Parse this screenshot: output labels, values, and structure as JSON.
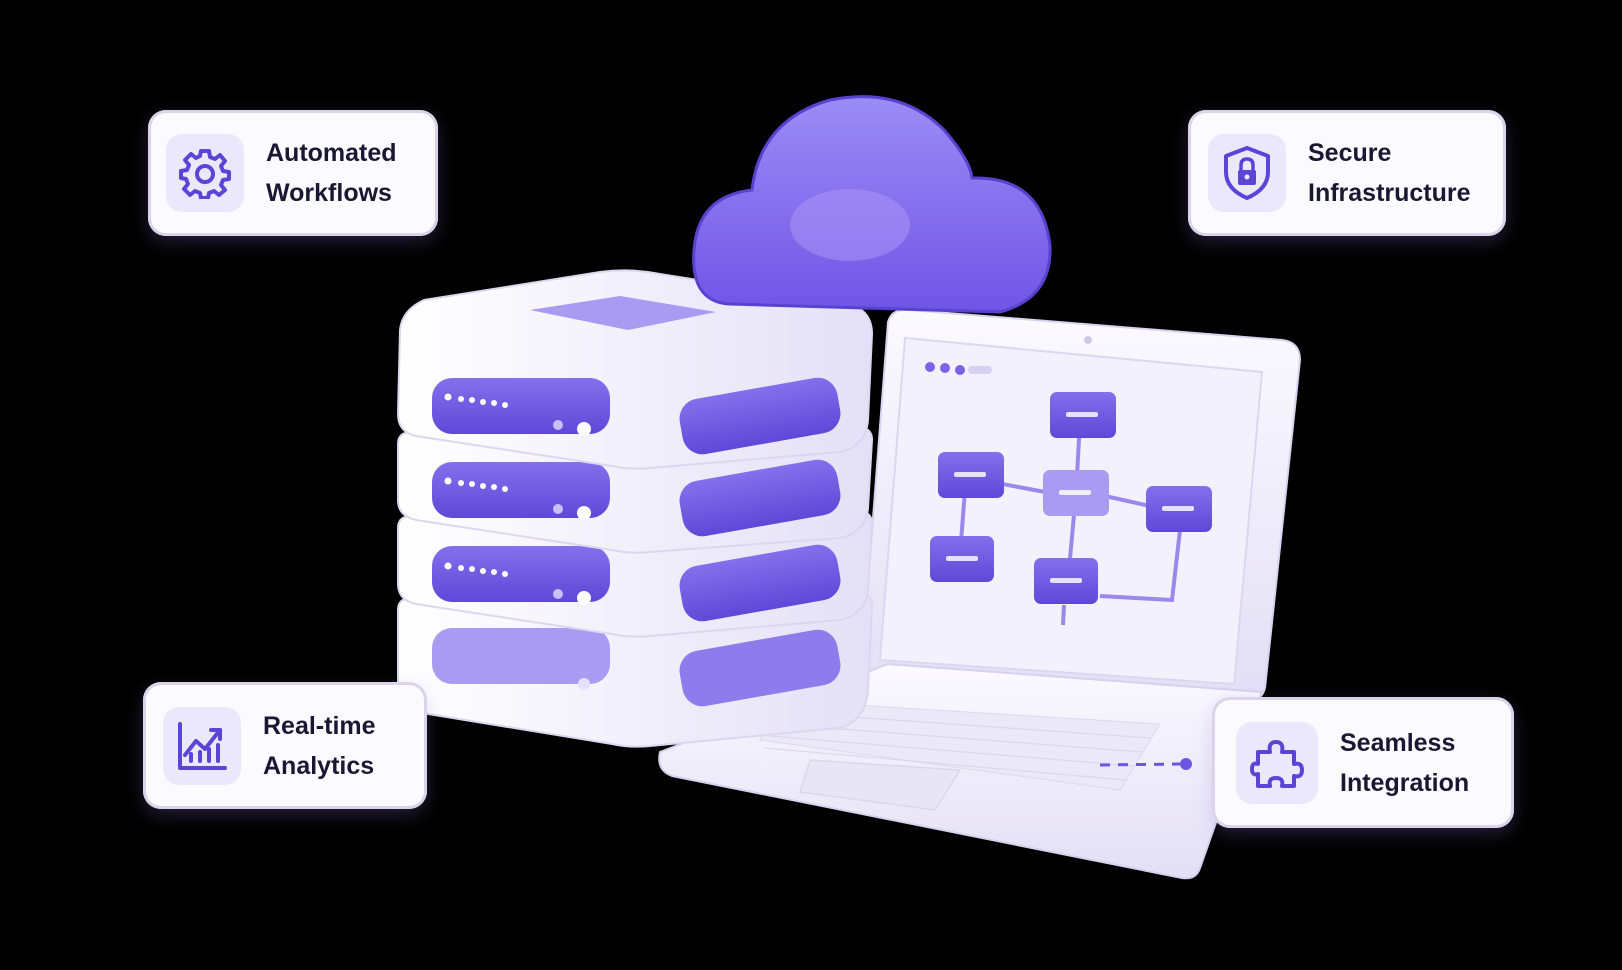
{
  "features": {
    "automated": {
      "line1": "Automated",
      "line2": "Workflows",
      "icon": "gear-icon"
    },
    "secure": {
      "line1": "Secure",
      "line2": "Infrastructure",
      "icon": "shield-lock-icon"
    },
    "analytics": {
      "line1": "Real-time",
      "line2": "Analytics",
      "icon": "chart-trend-icon"
    },
    "integration": {
      "line1": "Seamless",
      "line2": "Integration",
      "icon": "puzzle-icon"
    }
  },
  "colors": {
    "accent": "#6c55e0",
    "accent_light": "#9d8cf0",
    "card_bg": "#fbfaff",
    "background": "#000000"
  }
}
